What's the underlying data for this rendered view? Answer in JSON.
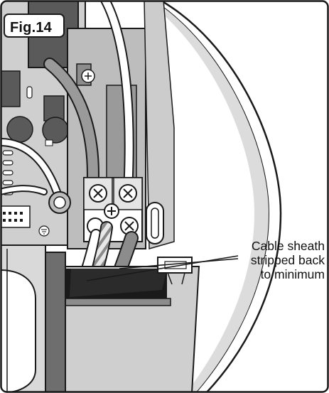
{
  "figure": {
    "label": "Fig.14"
  },
  "callout": {
    "lines": [
      "Cable sheath",
      "stripped back",
      "to minimum"
    ]
  },
  "colors": {
    "outline": "#1a1a1a",
    "casing_dark": "#555555",
    "casing_mid": "#8c8c8c",
    "casing_light": "#bdbdbd",
    "panel": "#cfcfcf",
    "white": "#ffffff"
  }
}
